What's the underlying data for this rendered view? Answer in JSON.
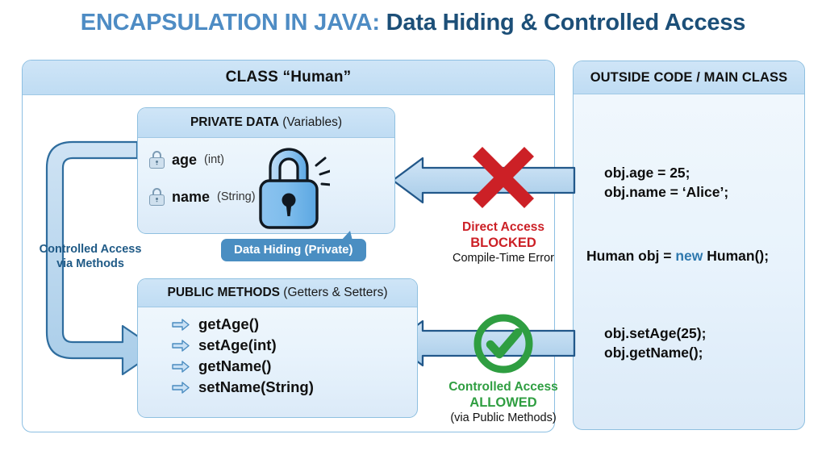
{
  "title": {
    "part1": "ENCAPSULATION IN JAVA:",
    "part2": " Data Hiding & Controlled Access",
    "color1": "#4e8cc4",
    "color2": "#1c4f78"
  },
  "class_panel": {
    "header": "CLASS “Human”",
    "private_section": {
      "header_bold": "PRIVATE DATA",
      "header_sub": " (Variables)",
      "fields": [
        {
          "icon": "lock-icon",
          "name": "age",
          "type": "(int)"
        },
        {
          "icon": "lock-icon",
          "name": "name",
          "type": "(String)"
        }
      ],
      "lock_icon": "padlock-icon",
      "callout": "Data Hiding (Private)",
      "callout_color": "#4a8ec2"
    },
    "public_section": {
      "header_bold": "PUBLIC METHODS",
      "header_sub": " (Getters & Setters)",
      "methods": [
        {
          "icon": "right-arrow-icon",
          "name": "getAge()"
        },
        {
          "icon": "right-arrow-icon",
          "name": "setAge(int)"
        },
        {
          "icon": "right-arrow-icon",
          "name": "getName()"
        },
        {
          "icon": "right-arrow-icon",
          "name": "setName(String)"
        }
      ]
    },
    "controlled_access_label": {
      "line1": "Controlled Access",
      "line2": "via Methods",
      "color": "#1f5a86"
    }
  },
  "outside_panel": {
    "header": "OUTSIDE CODE / MAIN CLASS",
    "direct_access_code": [
      "obj.age = 25;",
      "obj.name = ‘Alice’;"
    ],
    "instantiation": {
      "before": "Human obj = ",
      "keyword": "new",
      "after": " Human();",
      "keyword_color": "#2f79ae"
    },
    "method_access_code": [
      "obj.setAge(25);",
      "obj.getName();"
    ]
  },
  "status": {
    "blocked": {
      "icon": "red-cross-icon",
      "line1": "Direct Access",
      "line2": "BLOCKED",
      "line3": "Compile-Time Error",
      "color": "#cc2026"
    },
    "allowed": {
      "icon": "green-check-circle-icon",
      "line1": "Controlled Access",
      "line2": "ALLOWED",
      "line3": "(via Public Methods)",
      "color": "#2f9e41"
    }
  },
  "arrows": {
    "blocked_arrow": "left-block-arrow",
    "allowed_arrow": "left-block-arrow",
    "internal_arrow": "curved-down-right-arrow"
  }
}
